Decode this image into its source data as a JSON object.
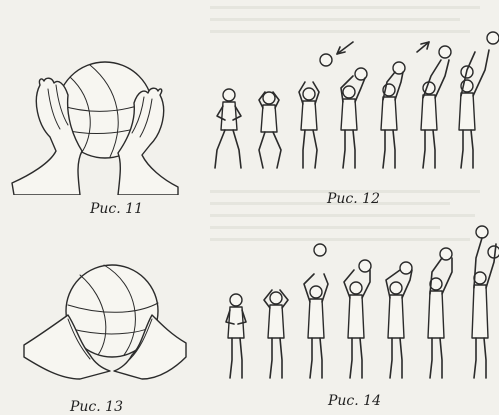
{
  "figures": [
    {
      "id": "fig11",
      "caption": "Рис. 11"
    },
    {
      "id": "fig12",
      "caption": "Рис. 12"
    },
    {
      "id": "fig13",
      "caption": "Рис. 13"
    },
    {
      "id": "fig14",
      "caption": "Рис. 14"
    }
  ],
  "colors": {
    "paper": "#f2f1ec",
    "ink": "#2b2b2b"
  }
}
